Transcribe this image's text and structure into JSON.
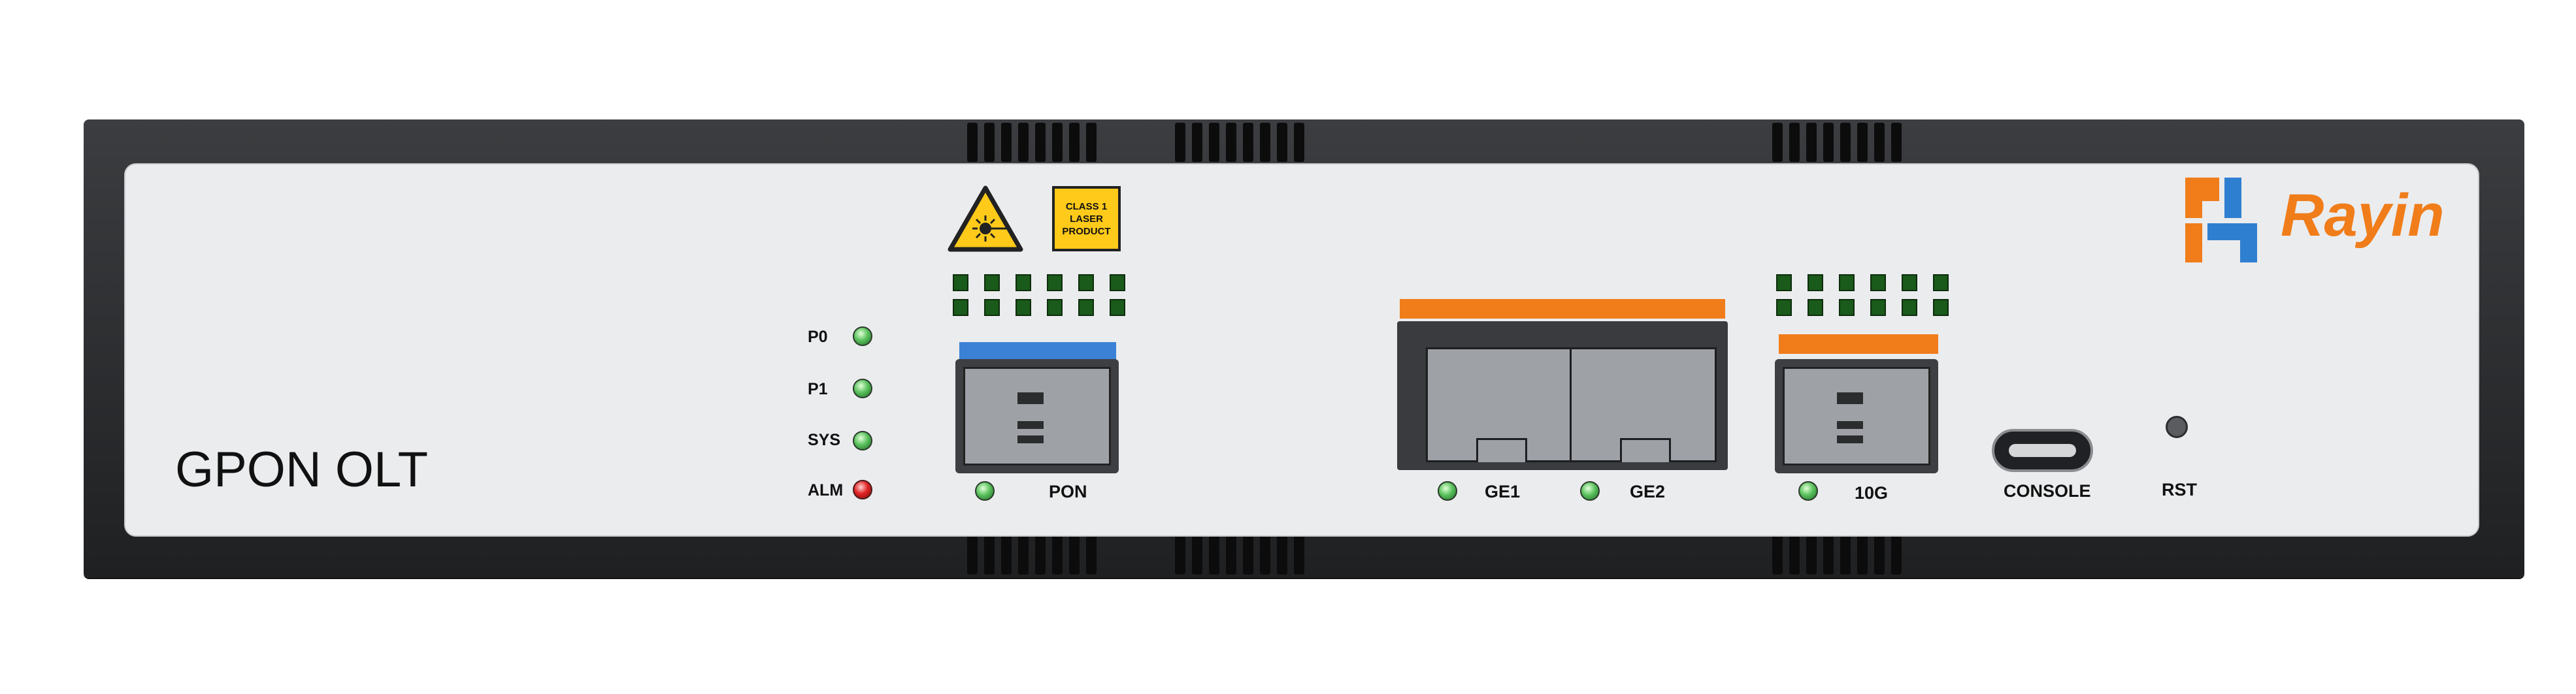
{
  "device": {
    "product_name": "GPON OLT",
    "brand": "Rayin",
    "brand_color": "#f07d1a",
    "logo_blue": "#2f7fd0"
  },
  "laser": {
    "line1": "CLASS 1",
    "line2": "LASER",
    "line3": "PRODUCT",
    "icon": "laser-warning-icon"
  },
  "status_leds": [
    {
      "label": "P0",
      "color": "green"
    },
    {
      "label": "P1",
      "color": "green"
    },
    {
      "label": "SYS",
      "color": "green"
    },
    {
      "label": "ALM",
      "color": "red"
    }
  ],
  "ports": {
    "pon": {
      "label": "PON",
      "strip_color": "#3b82d6"
    },
    "ge1": {
      "label": "GE1"
    },
    "ge2": {
      "label": "GE2"
    },
    "ge_strip_color": "#f07d1a",
    "tengig": {
      "label": "10G",
      "strip_color": "#f07d1a"
    },
    "console": {
      "label": "CONSOLE"
    },
    "rst": {
      "label": "RST"
    }
  }
}
